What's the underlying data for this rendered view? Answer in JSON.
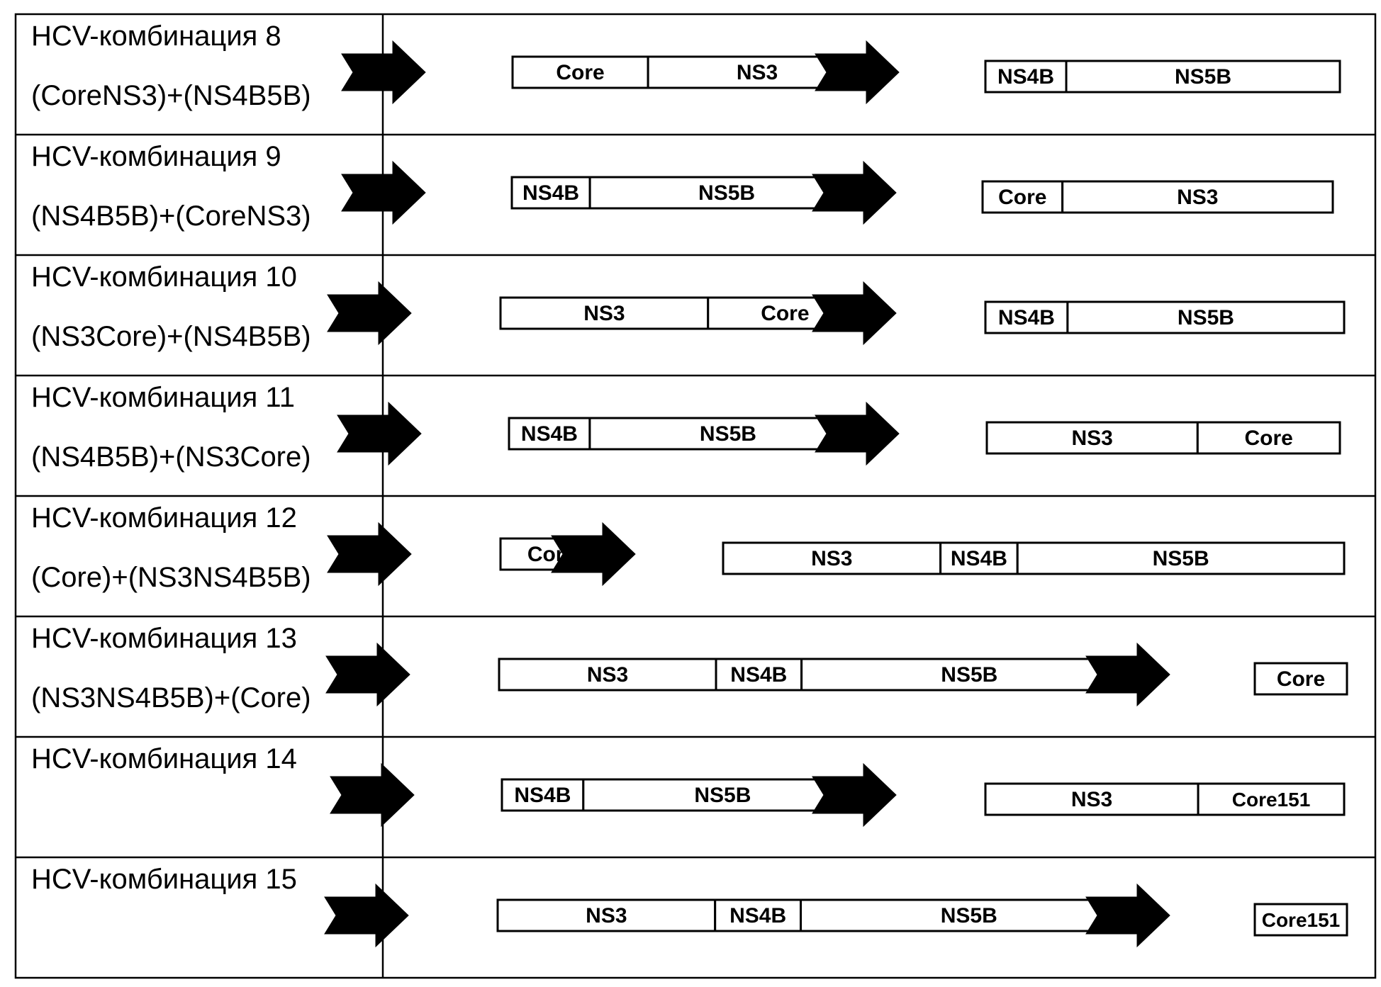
{
  "colors": {
    "ink": "#000000",
    "background": "#ffffff"
  },
  "rows": [
    {
      "title": "HCV-комбинация 8",
      "subtitle": "(CoreNS3)+(NS4B5B)",
      "cassettes": [
        [
          "Core",
          "NS3"
        ],
        [
          "NS4B",
          "NS5B"
        ]
      ]
    },
    {
      "title": "HCV-комбинация 9",
      "subtitle": "(NS4B5B)+(CoreNS3)",
      "cassettes": [
        [
          "NS4B",
          "NS5B"
        ],
        [
          "Core",
          "NS3"
        ]
      ]
    },
    {
      "title": "HCV-комбинация 10",
      "subtitle": "(NS3Core)+(NS4B5B)",
      "cassettes": [
        [
          "NS3",
          "Core"
        ],
        [
          "NS4B",
          "NS5B"
        ]
      ]
    },
    {
      "title": "HCV-комбинация 11",
      "subtitle": "(NS4B5B)+(NS3Core)",
      "cassettes": [
        [
          "NS4B",
          "NS5B"
        ],
        [
          "NS3",
          "Core"
        ]
      ]
    },
    {
      "title": "HCV-комбинация 12",
      "subtitle": "(Core)+(NS3NS4B5B)",
      "cassettes": [
        [
          "Core"
        ],
        [
          "NS3",
          "NS4B",
          "NS5B"
        ]
      ]
    },
    {
      "title": "HCV-комбинация 13",
      "subtitle": "(NS3NS4B5B)+(Core)",
      "cassettes": [
        [
          "NS3",
          "NS4B",
          "NS5B"
        ],
        [
          "Core"
        ]
      ]
    },
    {
      "title": "HCV-комбинация 14",
      "subtitle": "",
      "cassettes": [
        [
          "NS4B",
          "NS5B"
        ],
        [
          "NS3",
          "Core151"
        ]
      ]
    },
    {
      "title": "HCV-комбинация 15",
      "subtitle": "",
      "cassettes": [
        [
          "NS3",
          "NS4B",
          "NS5B"
        ],
        [
          "Core151"
        ]
      ]
    }
  ]
}
